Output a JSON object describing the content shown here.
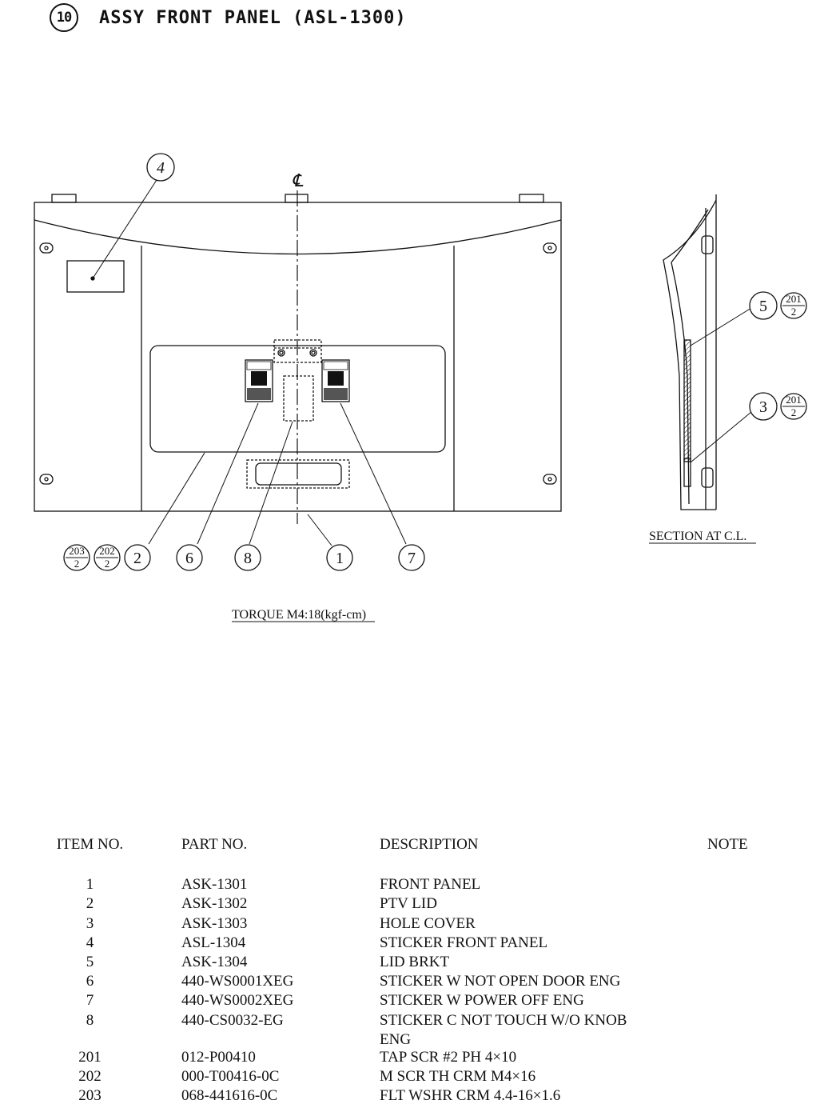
{
  "title": {
    "number": "10",
    "text": "ASSY FRONT PANEL (ASL-1300)"
  },
  "drawing": {
    "centerline_symbol": "℄",
    "section_label": "SECTION AT C.L.",
    "torque_note": "TORQUE M4:18(kgf-cm)",
    "callouts_front": [
      "4",
      "2",
      "6",
      "8",
      "1",
      "7"
    ],
    "callouts_section": [
      "5",
      "3"
    ],
    "fractions": {
      "f201a": {
        "top": "201",
        "bottom": "2"
      },
      "f201b": {
        "top": "201",
        "bottom": "2"
      },
      "f203": {
        "top": "203",
        "bottom": "2"
      },
      "f202": {
        "top": "202",
        "bottom": "2"
      }
    }
  },
  "parts_table": {
    "headers": {
      "item": "ITEM NO.",
      "part": "PART NO.",
      "description": "DESCRIPTION",
      "note": "NOTE"
    },
    "rows": [
      {
        "item": "1",
        "part": "ASK-1301",
        "description": "FRONT PANEL",
        "note": ""
      },
      {
        "item": "2",
        "part": "ASK-1302",
        "description": "PTV LID",
        "note": ""
      },
      {
        "item": "3",
        "part": "ASK-1303",
        "description": "HOLE COVER",
        "note": ""
      },
      {
        "item": "4",
        "part": "ASL-1304",
        "description": "STICKER FRONT PANEL",
        "note": ""
      },
      {
        "item": "5",
        "part": "ASK-1304",
        "description": "LID BRKT",
        "note": ""
      },
      {
        "item": "6",
        "part": "440-WS0001XEG",
        "description": "STICKER W NOT OPEN DOOR ENG",
        "note": ""
      },
      {
        "item": "7",
        "part": "440-WS0002XEG",
        "description": "STICKER W POWER OFF ENG",
        "note": ""
      },
      {
        "item": "8",
        "part": "440-CS0032-EG",
        "description": "STICKER C NOT TOUCH W/O KNOB ENG",
        "note": ""
      }
    ],
    "rows2": [
      {
        "item": "201",
        "part": "012-P00410",
        "description": "TAP SCR #2 PH 4×10",
        "note": ""
      },
      {
        "item": "202",
        "part": "000-T00416-0C",
        "description": "M SCR TH CRM M4×16",
        "note": ""
      },
      {
        "item": "203",
        "part": "068-441616-0C",
        "description": "FLT WSHR CRM 4.4-16×1.6",
        "note": ""
      }
    ]
  }
}
